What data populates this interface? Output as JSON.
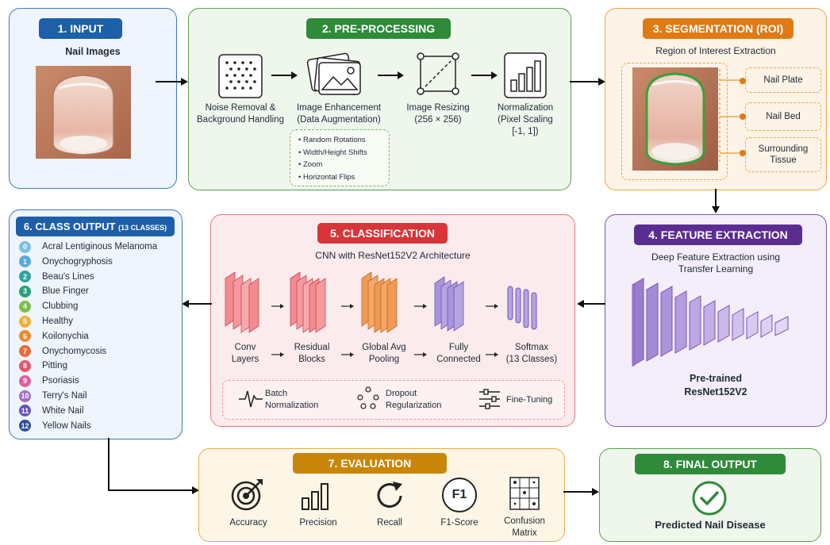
{
  "input": {
    "badge": "1. INPUT",
    "subtitle": "Nail Images"
  },
  "preprocessing": {
    "badge": "2. PRE-PROCESSING",
    "steps": [
      {
        "label": "Noise Removal &\nBackground Handling",
        "icon": "dot-grid-icon"
      },
      {
        "label": "Image Enhancement\n(Data Augmentation)",
        "icon": "image-stack-icon"
      },
      {
        "label": "Image Resizing\n(256 × 256)",
        "icon": "resize-icon"
      },
      {
        "label": "Normalization\n(Pixel Scaling\n[-1, 1])",
        "icon": "bar-chart-icon"
      }
    ],
    "augmentations": [
      "Random Rotations",
      "Width/Height Shifts",
      "Zoom",
      "Horizontal Flips"
    ]
  },
  "segmentation": {
    "badge": "3. SEGMENTATION (ROI)",
    "subtitle": "Region of Interest Extraction",
    "regions": [
      "Nail Plate",
      "Nail Bed",
      "Surrounding\nTissue"
    ]
  },
  "feature_extraction": {
    "badge": "4. FEATURE EXTRACTION",
    "subtitle": "Deep Feature Extraction using\nTransfer Learning",
    "model": "Pre-trained\nResNet152V2"
  },
  "classification": {
    "badge": "5. CLASSIFICATION",
    "subtitle": "CNN with ResNet152V2 Architecture",
    "layers": [
      "Conv\nLayers",
      "Residual\nBlocks",
      "Global Avg\nPooling",
      "Fully\nConnected",
      "Softmax\n(13 Classes)"
    ],
    "techniques": [
      "Batch\nNormalization",
      "Dropout\nRegularization",
      "Fine-Tuning"
    ]
  },
  "class_output": {
    "badge": "6. CLASS OUTPUT",
    "badge_suffix": "(13 CLASSES)",
    "classes": [
      {
        "num": "0",
        "name": "Acral Lentiginous Melanoma",
        "color": "#7cc0e8"
      },
      {
        "num": "1",
        "name": "Onychogryphosis",
        "color": "#5aa9dc"
      },
      {
        "num": "2",
        "name": "Beau's Lines",
        "color": "#2fa3a0"
      },
      {
        "num": "3",
        "name": "Blue Finger",
        "color": "#27a07c"
      },
      {
        "num": "4",
        "name": "Clubbing",
        "color": "#7dbf4a"
      },
      {
        "num": "5",
        "name": "Healthy",
        "color": "#f2b134"
      },
      {
        "num": "6",
        "name": "Koilonychia",
        "color": "#ef8a2c"
      },
      {
        "num": "7",
        "name": "Onychomycosis",
        "color": "#ea6a3a"
      },
      {
        "num": "8",
        "name": "Pitting",
        "color": "#e5566e"
      },
      {
        "num": "9",
        "name": "Psoriasis",
        "color": "#d861a0"
      },
      {
        "num": "10",
        "name": "Terry's Nail",
        "color": "#a66cc4"
      },
      {
        "num": "11",
        "name": "White Nail",
        "color": "#6a55b8"
      },
      {
        "num": "12",
        "name": "Yellow Nails",
        "color": "#2e4e9a"
      }
    ]
  },
  "evaluation": {
    "badge": "7. EVALUATION",
    "metrics": [
      "Accuracy",
      "Precision",
      "Recall",
      "F1-Score",
      "Confusion\nMatrix"
    ],
    "f1_glyph": "F1"
  },
  "final_output": {
    "badge": "8. FINAL OUTPUT",
    "label": "Predicted Nail Disease"
  },
  "colors": {
    "blue": "#1d5fa8",
    "green": "#2f8a3a",
    "orange": "#e07a14",
    "purple": "#5c2d91",
    "red": "#d8353a",
    "gold": "#c9860a",
    "green2": "#2f8a3a"
  }
}
